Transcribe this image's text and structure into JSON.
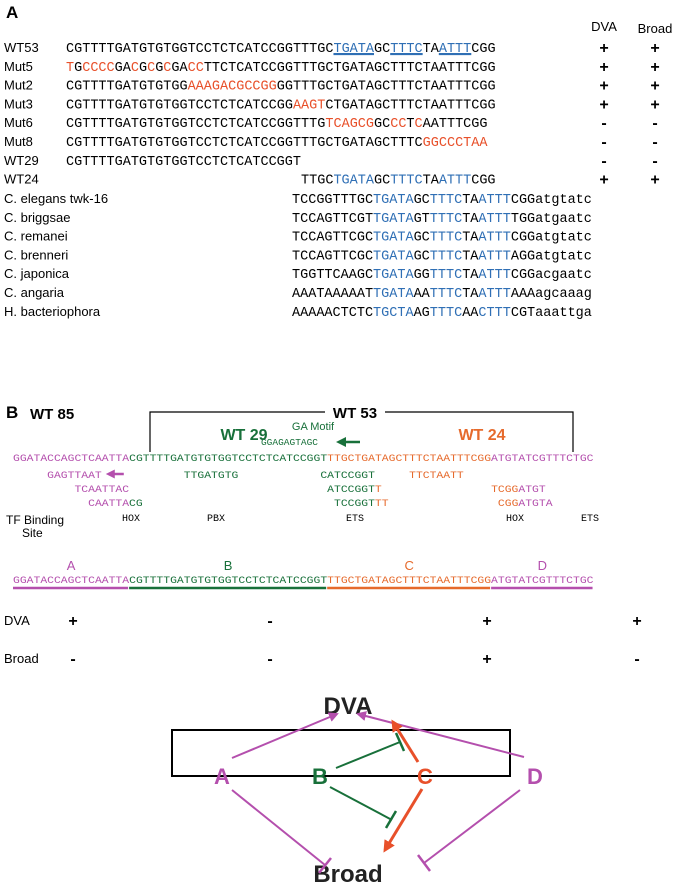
{
  "colors": {
    "black": "#000000",
    "blue": "#2f6fb5",
    "red": "#e8502a",
    "orange": "#e66a2c",
    "green": "#18703a",
    "purple": "#b44fad"
  },
  "panelA": {
    "label": "A",
    "col_dva": "DVA",
    "col_broad": "Broad",
    "rows": [
      {
        "name": "WT53",
        "dva": "+",
        "broad": "+",
        "indent": 0,
        "segs": [
          {
            "t": "CGTTTTGATGTGTGGTCCTCTCATCCGGTTTGC",
            "c": "black"
          },
          {
            "t": "TGATA",
            "c": "blue",
            "u": true
          },
          {
            "t": "GC",
            "c": "black"
          },
          {
            "t": "TTTC",
            "c": "blue",
            "u": true
          },
          {
            "t": "TA",
            "c": "black"
          },
          {
            "t": "ATTT",
            "c": "blue",
            "u": true
          },
          {
            "t": "CGG",
            "c": "black"
          }
        ]
      },
      {
        "name": "Mut5",
        "dva": "+",
        "broad": "+",
        "indent": 0,
        "segs": [
          {
            "t": "T",
            "c": "red"
          },
          {
            "t": "G",
            "c": "black"
          },
          {
            "t": "CCCC",
            "c": "red"
          },
          {
            "t": "GA",
            "c": "black"
          },
          {
            "t": "C",
            "c": "red"
          },
          {
            "t": "G",
            "c": "black"
          },
          {
            "t": "C",
            "c": "red"
          },
          {
            "t": "G",
            "c": "black"
          },
          {
            "t": "C",
            "c": "red"
          },
          {
            "t": "GA",
            "c": "black"
          },
          {
            "t": "CC",
            "c": "red"
          },
          {
            "t": "T",
            "c": "black"
          },
          {
            "t": "TCTCATCCGGTTTGCTGATAGCTTTCTAATTTCGG",
            "c": "black"
          }
        ]
      },
      {
        "name": "Mut2",
        "dva": "+",
        "broad": "+",
        "indent": 0,
        "segs": [
          {
            "t": "CGTTTTGATGTGTGG",
            "c": "black"
          },
          {
            "t": "AAAGACGCCGG",
            "c": "red"
          },
          {
            "t": "GGTTTGCTGATAGCTTTCTAATTTCGG",
            "c": "black"
          }
        ]
      },
      {
        "name": "Mut3",
        "dva": "+",
        "broad": "+",
        "indent": 0,
        "segs": [
          {
            "t": "CGTTTTGATGTGTGGTCCTCTCATCCGG",
            "c": "black"
          },
          {
            "t": "AAGT",
            "c": "red"
          },
          {
            "t": "CTGATAGCTTTCTAATTTCGG",
            "c": "black"
          }
        ]
      },
      {
        "name": "Mut6",
        "dva": "-",
        "broad": "-",
        "indent": 0,
        "segs": [
          {
            "t": "CGTTTTGATGTGTGGTCCTCTCATCCGGTTTG",
            "c": "black"
          },
          {
            "t": "TCAGCG",
            "c": "red"
          },
          {
            "t": "GC",
            "c": "black"
          },
          {
            "t": "CC",
            "c": "red"
          },
          {
            "t": "T",
            "c": "black"
          },
          {
            "t": "C",
            "c": "red"
          },
          {
            "t": "AATTTCGG",
            "c": "black"
          }
        ]
      },
      {
        "name": "Mut8",
        "dva": "-",
        "broad": "-",
        "indent": 0,
        "segs": [
          {
            "t": "CGTTTTGATGTGTGGTCCTCTCATCCGGTTTGCTGATAGCTTTC",
            "c": "black"
          },
          {
            "t": "GGCCCTAA",
            "c": "red"
          }
        ]
      },
      {
        "name": "WT29",
        "dva": "-",
        "broad": "-",
        "indent": 0,
        "segs": [
          {
            "t": "CGTTTTGATGTGTGGTCCTCTCATCCGGT",
            "c": "black"
          }
        ]
      },
      {
        "name": "WT24",
        "dva": "+",
        "broad": "+",
        "indent": 29,
        "segs": [
          {
            "t": "TTGC",
            "c": "black"
          },
          {
            "t": "TGATA",
            "c": "blue"
          },
          {
            "t": "GC",
            "c": "black"
          },
          {
            "t": "TTTC",
            "c": "blue"
          },
          {
            "t": "TA",
            "c": "black"
          },
          {
            "t": "ATTT",
            "c": "blue"
          },
          {
            "t": "CGG",
            "c": "black"
          }
        ]
      }
    ],
    "species": [
      {
        "name": "C. elegans twk-16",
        "segs": [
          {
            "t": "TCCGGTTTGC",
            "c": "black"
          },
          {
            "t": "TGATA",
            "c": "blue"
          },
          {
            "t": "GC",
            "c": "black"
          },
          {
            "t": "TTTC",
            "c": "blue"
          },
          {
            "t": "TA",
            "c": "black"
          },
          {
            "t": "ATTT",
            "c": "blue"
          },
          {
            "t": "CGGatgtatc",
            "c": "black"
          }
        ]
      },
      {
        "name": "C. briggsae",
        "segs": [
          {
            "t": "TCCAGTTCGT",
            "c": "black"
          },
          {
            "t": "TGATA",
            "c": "blue"
          },
          {
            "t": "GT",
            "c": "black"
          },
          {
            "t": "TTTC",
            "c": "blue"
          },
          {
            "t": "TA",
            "c": "black"
          },
          {
            "t": "ATTT",
            "c": "blue"
          },
          {
            "t": "TGGatgaatc",
            "c": "black"
          }
        ]
      },
      {
        "name": "C. remanei",
        "segs": [
          {
            "t": "TCCAGTTCGC",
            "c": "black"
          },
          {
            "t": "TGATA",
            "c": "blue"
          },
          {
            "t": "GC",
            "c": "black"
          },
          {
            "t": "TTTC",
            "c": "blue"
          },
          {
            "t": "TA",
            "c": "black"
          },
          {
            "t": "ATTT",
            "c": "blue"
          },
          {
            "t": "CGGatgtatc",
            "c": "black"
          }
        ]
      },
      {
        "name": "C. brenneri",
        "segs": [
          {
            "t": "TCCAGTTCGC",
            "c": "black"
          },
          {
            "t": "TGATA",
            "c": "blue"
          },
          {
            "t": "GC",
            "c": "black"
          },
          {
            "t": "TTTC",
            "c": "blue"
          },
          {
            "t": "TA",
            "c": "black"
          },
          {
            "t": "ATTT",
            "c": "blue"
          },
          {
            "t": "AGGatgtatc",
            "c": "black"
          }
        ]
      },
      {
        "name": "C. japonica",
        "segs": [
          {
            "t": "TGGTTCAAGC",
            "c": "black"
          },
          {
            "t": "TGATA",
            "c": "blue"
          },
          {
            "t": "GG",
            "c": "black"
          },
          {
            "t": "TTTC",
            "c": "blue"
          },
          {
            "t": "TA",
            "c": "black"
          },
          {
            "t": "ATTT",
            "c": "blue"
          },
          {
            "t": "CGGacgaatc",
            "c": "black"
          }
        ]
      },
      {
        "name": "C. angaria",
        "segs": [
          {
            "t": "AAATAAAAAT",
            "c": "black"
          },
          {
            "t": "TGATA",
            "c": "blue"
          },
          {
            "t": "AA",
            "c": "black"
          },
          {
            "t": "TTTC",
            "c": "blue"
          },
          {
            "t": "TA",
            "c": "black"
          },
          {
            "t": "ATTT",
            "c": "blue"
          },
          {
            "t": "AAAagcaaag",
            "c": "black"
          }
        ]
      },
      {
        "name": "H. bacteriophora",
        "segs": [
          {
            "t": "AAAAACTCTC",
            "c": "black"
          },
          {
            "t": "TGCTA",
            "c": "blue"
          },
          {
            "t": "AG",
            "c": "black"
          },
          {
            "t": "TTTC",
            "c": "blue"
          },
          {
            "t": "AA",
            "c": "black"
          },
          {
            "t": "CTTT",
            "c": "blue"
          },
          {
            "t": "CGTaaattga",
            "c": "black"
          }
        ]
      }
    ]
  },
  "panelB": {
    "label": "B",
    "wt85": "WT 85",
    "wt53": "WT 53",
    "wt29": "WT 29",
    "wt24": "WT 24",
    "ga_motif": "GA Motif",
    "ga_seq": "GGAGAGTAGC",
    "main_seq": [
      {
        "t": "GGATACCAGCTCAATTA",
        "c": "purple"
      },
      {
        "t": "CGTTTTGATGTGTGGTCCTCTCATCCGGT",
        "c": "green"
      },
      {
        "t": "TTGCTGATAGCTTTCTAATTTCGG",
        "c": "orange"
      },
      {
        "t": "ATGTATCGTTTCTGC",
        "c": "purple"
      }
    ],
    "motifs": [
      {
        "segs": [
          {
            "t": "GAGTTAAT",
            "c": "purple"
          }
        ],
        "arrow": true
      },
      {
        "segs": [
          {
            "t": "TCAATTAC",
            "c": "purple"
          }
        ]
      },
      {
        "segs": [
          {
            "t": "CAATTA",
            "c": "purple"
          },
          {
            "t": "CG",
            "c": "green"
          }
        ]
      },
      {
        "segs": [
          {
            "t": "TTGATGTG",
            "c": "green"
          }
        ]
      },
      {
        "segs": [
          {
            "t": "CATCCGGT",
            "c": "green"
          }
        ]
      },
      {
        "segs": [
          {
            "t": "ATCCGGT",
            "c": "green"
          },
          {
            "t": "T",
            "c": "orange"
          }
        ]
      },
      {
        "segs": [
          {
            "t": "TCCGGT",
            "c": "green"
          },
          {
            "t": "TT",
            "c": "orange"
          }
        ]
      },
      {
        "segs": [
          {
            "t": "TTCTAATT",
            "c": "orange"
          }
        ]
      },
      {
        "segs": [
          {
            "t": "TCGG",
            "c": "orange"
          },
          {
            "t": "ATGT",
            "c": "purple"
          }
        ]
      },
      {
        "segs": [
          {
            "t": "CGG",
            "c": "orange"
          },
          {
            "t": "ATGTA",
            "c": "purple"
          }
        ]
      }
    ],
    "tf_label_1": "TF Binding",
    "tf_label_2": "Site",
    "tf_names": [
      "HOX",
      "PBX",
      "ETS",
      "HOX",
      "ETS"
    ],
    "regions": [
      {
        "label": "A",
        "c": "purple",
        "dva": "+",
        "broad": "-"
      },
      {
        "label": "B",
        "c": "green",
        "dva": "-",
        "broad": "-"
      },
      {
        "label": "C",
        "c": "orange",
        "dva": "+",
        "broad": "+"
      },
      {
        "label": "D",
        "c": "purple",
        "dva": "+",
        "broad": "-"
      }
    ],
    "row_dva": "DVA",
    "row_broad": "Broad",
    "model": {
      "dva": "DVA",
      "broad": "Broad",
      "nodes": [
        {
          "label": "A",
          "c": "purple"
        },
        {
          "label": "B",
          "c": "green"
        },
        {
          "label": "C",
          "c": "red"
        },
        {
          "label": "D",
          "c": "purple"
        }
      ]
    }
  }
}
